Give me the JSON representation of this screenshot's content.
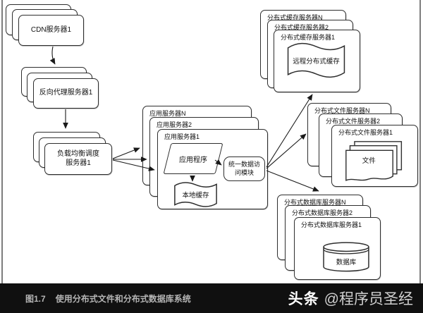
{
  "caption": {
    "label": "图1.7",
    "title": "使用分布式文件和分布式数据库系统"
  },
  "watermark": {
    "brand": "头条",
    "handle": "@程序员圣经"
  },
  "colors": {
    "box_border": "#2e2e2e",
    "arrow": "#1a1a1a",
    "bar_bg": "#101010",
    "caption_text": "#b5b5b5",
    "watermark_brand": "#ffffff",
    "watermark_handle": "#cfcfcf",
    "page_border_line": "#7d7d7d"
  },
  "cdn_stack": {
    "front_label": "CDN服务器1"
  },
  "proxy_stack": {
    "front_label": "反向代理服务器1"
  },
  "lb_stack": {
    "line1": "负载均衡调度",
    "line2": "服务器1"
  },
  "app_stack": {
    "back_label": "应用服务器N",
    "mid_label": "应用服务器2",
    "front_label": "应用服务器1",
    "program": "应用程序",
    "access_module_line1": "统一数据访",
    "access_module_line2": "问模块",
    "local_cache": "本地缓存"
  },
  "cache_stack": {
    "back_label": "分布式缓存服务器N",
    "mid_label": "分布式缓存服务器2",
    "front_label": "分布式缓存服务器1",
    "content": "远程分布式缓存"
  },
  "file_stack": {
    "back_label": "分布式文件服务器N",
    "mid_label": "分布式文件服务器2",
    "front_label": "分布式文件服务器1",
    "content": "文件"
  },
  "db_stack": {
    "back_label": "分布式数据库服务器N",
    "mid_label": "分布式数据库服务器2",
    "front_label": "分布式数据库服务器1",
    "content": "数据库"
  }
}
